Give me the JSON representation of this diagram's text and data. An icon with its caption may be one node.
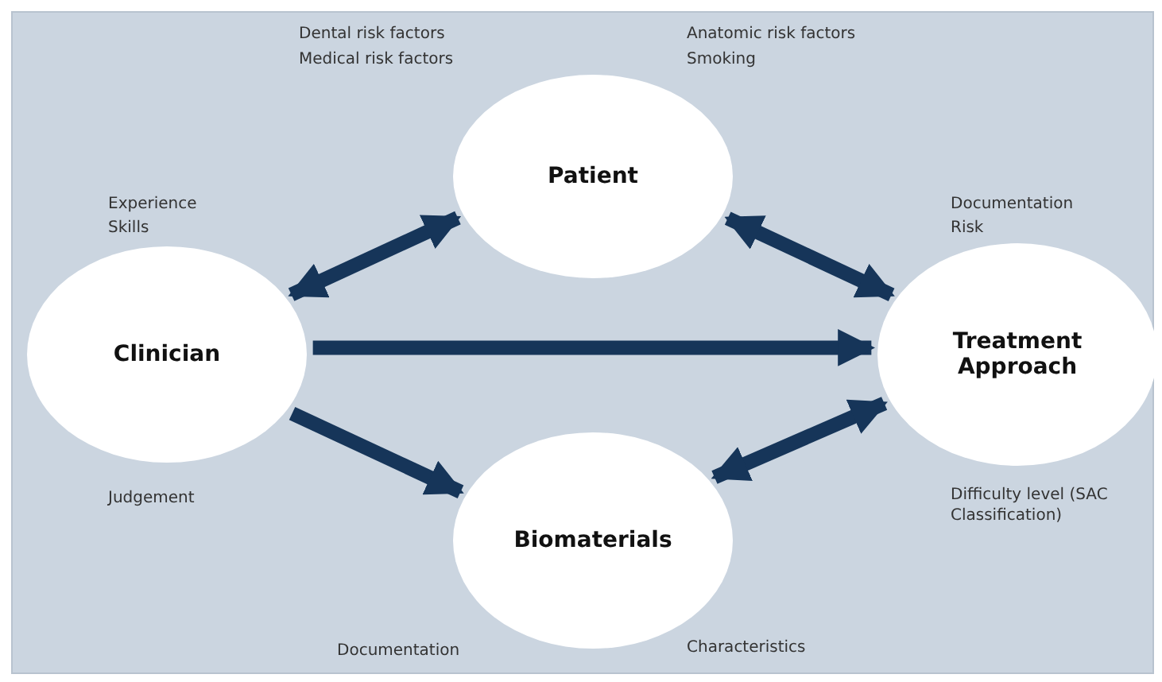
{
  "diagram": {
    "nodes": [
      {
        "text": [
          "Clinician"
        ],
        "beside": [
          "Experience",
          "Skills",
          "Judgement"
        ]
      },
      {
        "text": [
          "Patient"
        ],
        "beside": [
          "Dental risk factors",
          "Medical risk factors",
          "Anatomic risk factors",
          "Smoking"
        ]
      },
      {
        "text": [
          "Treatment Approach"
        ],
        "beside": [
          "Documentation",
          "Risk",
          "Difficulty level (SAC Classification)"
        ]
      },
      {
        "text": [
          "Biomaterials"
        ],
        "beside": [
          "Documentation",
          "Characteristics"
        ]
      }
    ],
    "edges": [
      {
        "from": 0,
        "to": 1,
        "arrow": "both"
      },
      {
        "from": 1,
        "to": 2,
        "arrow": "both"
      },
      {
        "from": 0,
        "to": 2,
        "arrow": "to"
      },
      {
        "from": 0,
        "to": 3,
        "arrow": "to"
      },
      {
        "from": 3,
        "to": 2,
        "arrow": "both"
      }
    ]
  }
}
